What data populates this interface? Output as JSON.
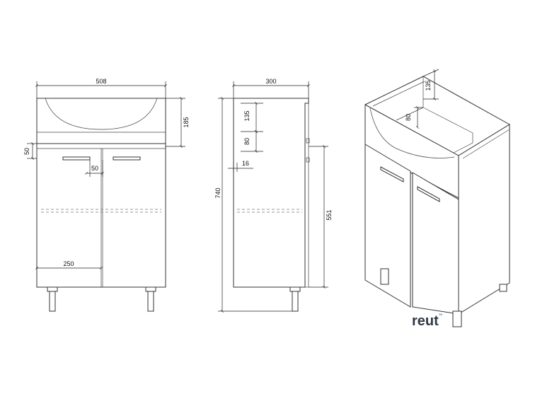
{
  "front_view": {
    "width": "508",
    "basin_height": "185",
    "handle_offset": "50",
    "handle_spacing": "50",
    "door_width": "250"
  },
  "side_view": {
    "depth": "300",
    "top_offset": "135",
    "basin_inset": "80",
    "panel_thickness": "16",
    "total_height": "740",
    "cabinet_height": "551"
  },
  "iso_view": {
    "top_offset": "135",
    "basin_inset": "80"
  },
  "brand": {
    "logo_text": "reut",
    "logo_mark": "SK"
  }
}
